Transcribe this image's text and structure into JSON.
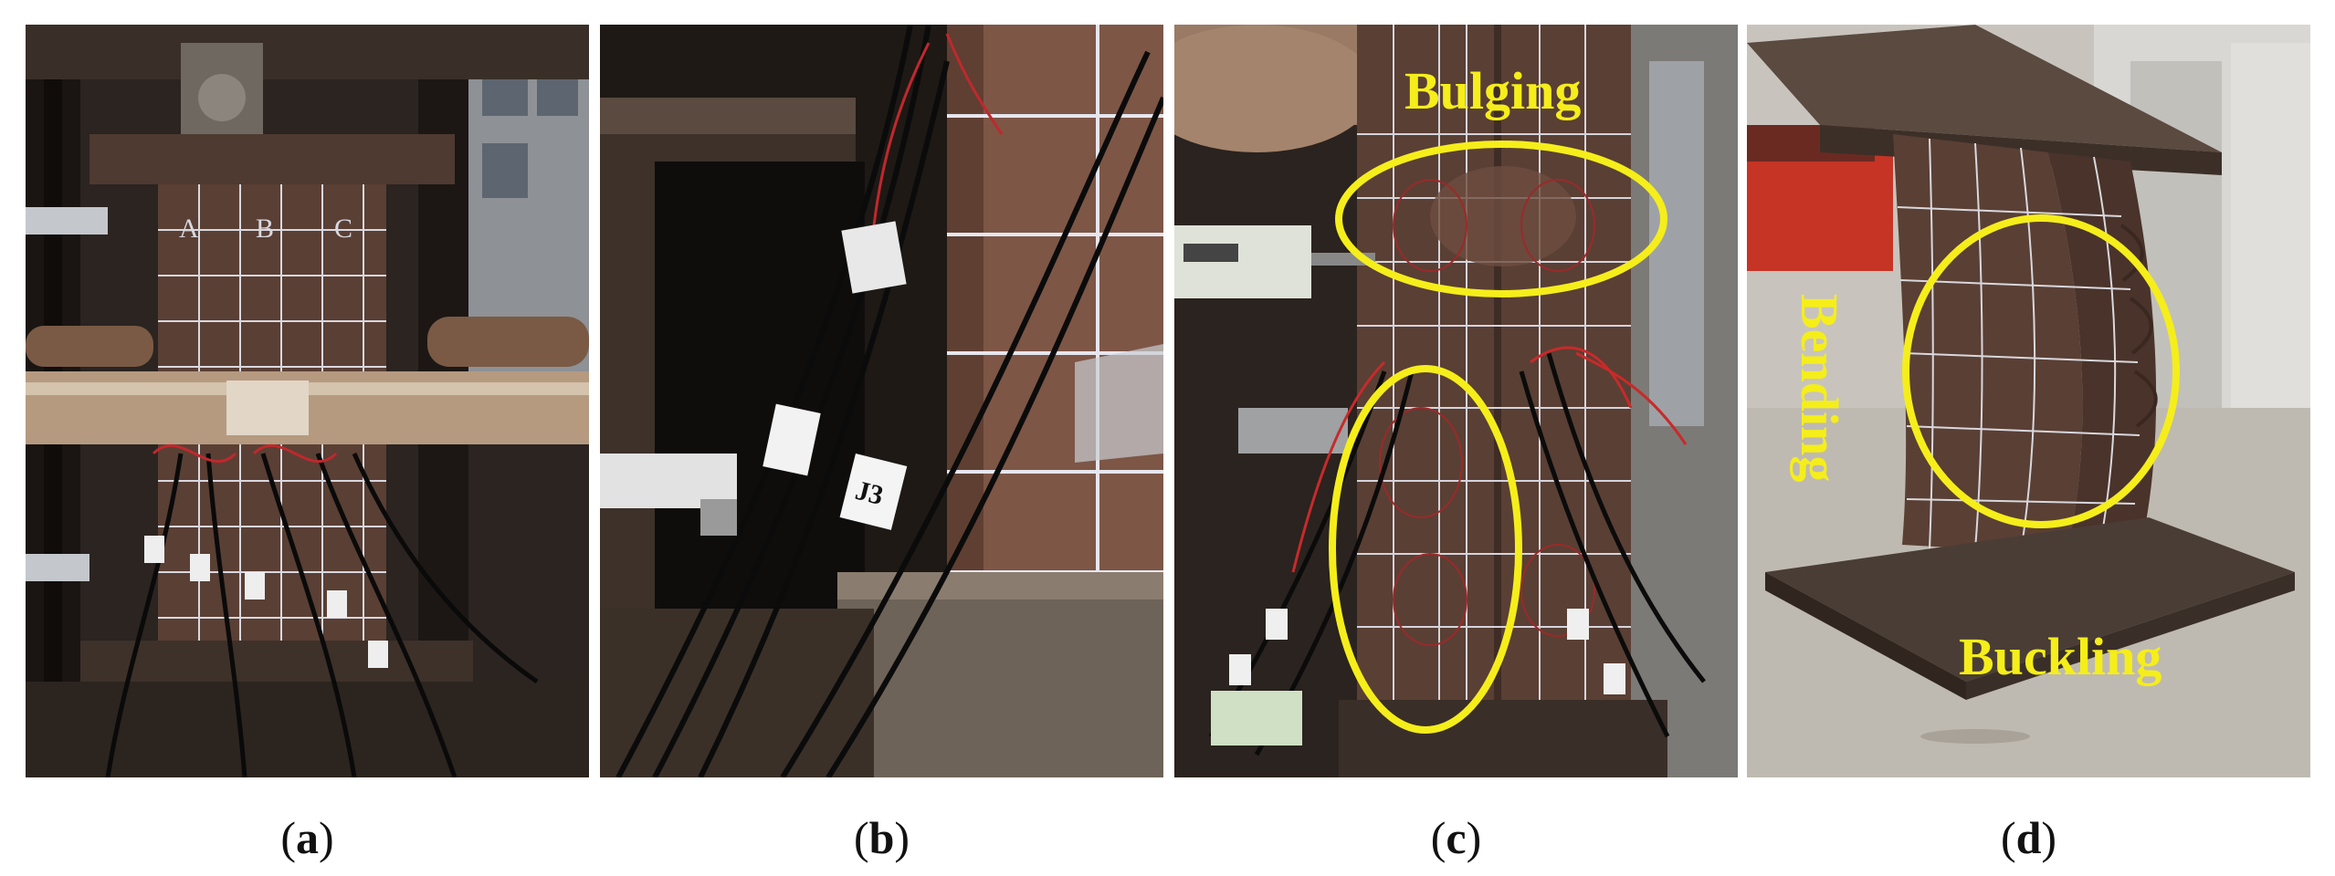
{
  "colors": {
    "annotation": "#f5ee1a",
    "caption_text": "#111111",
    "steel": "#5a3f34",
    "grid_line": "#d8d8e0"
  },
  "panels": [
    {
      "id": "a",
      "caption": {
        "open": "(",
        "letter": "a",
        "close": ")"
      },
      "grid_labels": [
        "A",
        "B",
        "C"
      ]
    },
    {
      "id": "b",
      "caption": {
        "open": "(",
        "letter": "b",
        "close": ")"
      },
      "gauge_tags": [
        "J3"
      ]
    },
    {
      "id": "c",
      "caption": {
        "open": "(",
        "letter": "c",
        "close": ")"
      },
      "annotations": [
        "Bulging"
      ]
    },
    {
      "id": "d",
      "caption": {
        "open": "(",
        "letter": "d",
        "close": ")"
      },
      "annotations": [
        "Bending",
        "Buckling"
      ]
    }
  ]
}
